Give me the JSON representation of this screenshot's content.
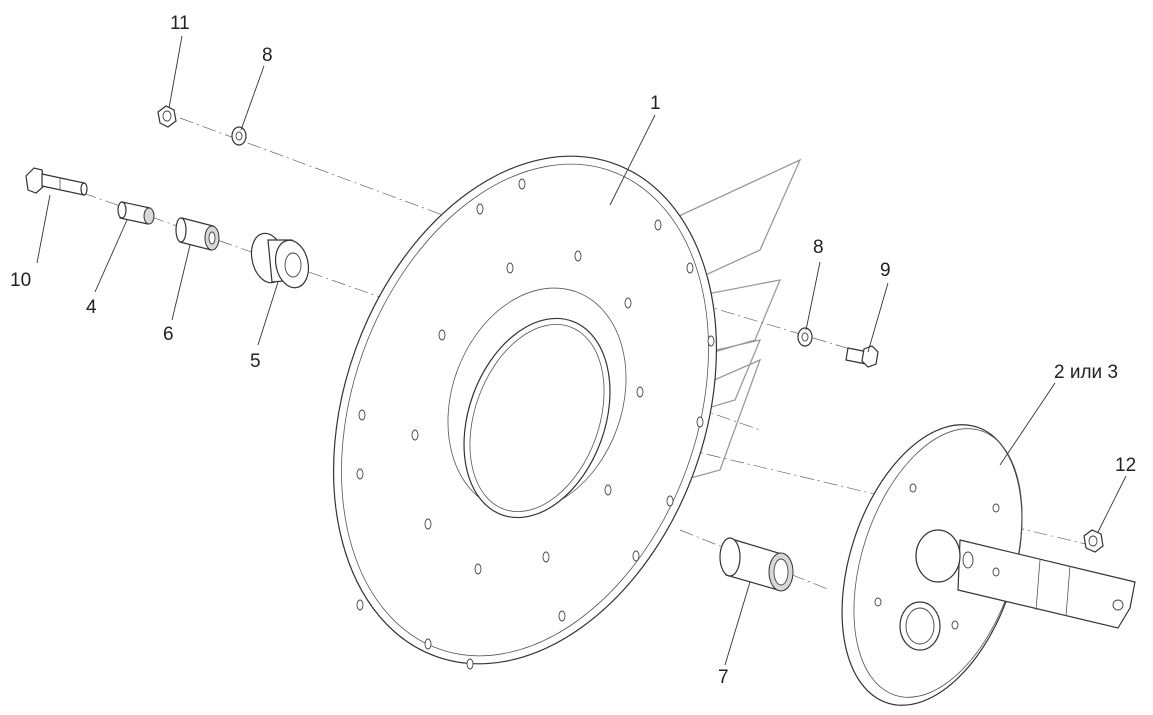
{
  "labels": {
    "p1": "1",
    "p2": "2 или 3",
    "p4": "4",
    "p5": "5",
    "p6": "6",
    "p7": "7",
    "p8a": "8",
    "p8b": "8",
    "p9": "9",
    "p10": "10",
    "p11": "11",
    "p12": "12"
  }
}
